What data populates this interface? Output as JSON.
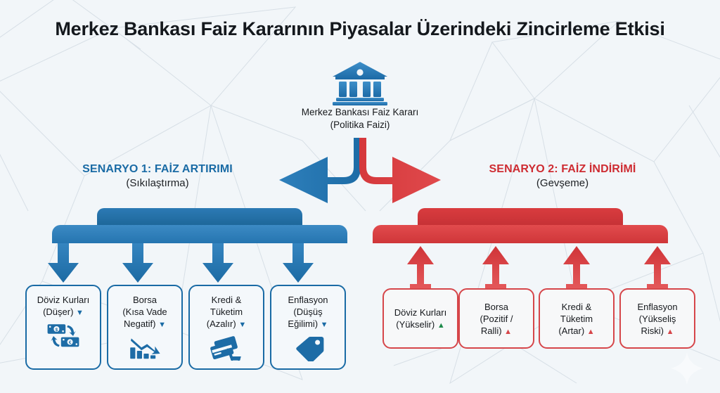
{
  "page": {
    "title": "Merkez Bankası Faiz Kararının Piyasalar Üzerindeki Zincirleme Etkisi",
    "background_color": "#f2f6f9",
    "blue_color": "#1a6ba5",
    "red_color": "#d6464a",
    "green_color": "#1d8a4a"
  },
  "root": {
    "icon": "bank-building-icon",
    "label_line1": "Merkez Bankası Faiz Kararı",
    "label_line2": "(Politika Faizi)"
  },
  "scenarios": [
    {
      "id": "left",
      "heading": "SENARYO 1: FAİZ ARTIRIMI",
      "subheading": "(Sıkılaştırma)",
      "color": "#1a6ba5",
      "arrow": "curved-arrow-left",
      "direction": "down"
    },
    {
      "id": "right",
      "heading": "SENARYO 2: FAİZ İNDİRİMİ",
      "subheading": "(Gevşeme)",
      "color": "#d6464a",
      "arrow": "curved-arrow-right",
      "direction": "up"
    }
  ],
  "left_cards": [
    {
      "name": "doviz-kurlari",
      "line1": "Döviz Kurları",
      "line2": "(Düşer)",
      "marker": "▼",
      "marker_color": "#1a6ba5",
      "icon": "currency-exchange-icon"
    },
    {
      "name": "borsa",
      "line1": "Borsa",
      "line2": "(Kısa Vade",
      "line3": "Negatif)",
      "marker": "▼",
      "marker_color": "#1a6ba5",
      "icon": "declining-bar-chart-icon"
    },
    {
      "name": "kredi-tuketim",
      "line1": "Kredi &",
      "line2": "Tüketim",
      "line3": "(Azalır)",
      "marker": "▼",
      "marker_color": "#1a6ba5",
      "icon": "credit-card-cart-icon"
    },
    {
      "name": "enflasyon",
      "line1": "Enflasyon",
      "line2": "(Düşüş",
      "line3": "Eğilimi)",
      "marker": "▼",
      "marker_color": "#1a6ba5",
      "icon": "price-tag-icon"
    }
  ],
  "right_cards": [
    {
      "name": "doviz-kurlari",
      "line1": "Döviz Kurları",
      "line2": "(Yükselir)",
      "marker": "▲",
      "marker_color": "#1d8a4a"
    },
    {
      "name": "borsa",
      "line1": "Borsa",
      "line2": "(Pozitif /",
      "line3": "Ralli)",
      "marker": "▲",
      "marker_color": "#d6464a"
    },
    {
      "name": "kredi-tuketim",
      "line1": "Kredi &",
      "line2": "Tüketim",
      "line3": "(Artar)",
      "marker": "▲",
      "marker_color": "#d6464a"
    },
    {
      "name": "enflasyon",
      "line1": "Enflasyon",
      "line2": "(Yükseliş",
      "line3": "Riski)",
      "marker": "▲",
      "marker_color": "#d6464a"
    }
  ]
}
